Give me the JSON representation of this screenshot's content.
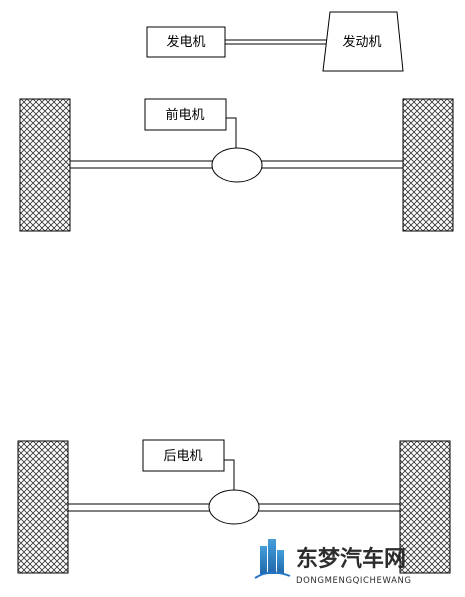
{
  "generator_label": "发电机",
  "engine_label": "发动机",
  "front_motor_label": "前电机",
  "rear_motor_label": "后电机",
  "watermark": {
    "name": "东梦汽车网",
    "domain": "DONGMENGQICHEWANG"
  },
  "colors": {
    "line": "#000000",
    "wheel_hatch": "#333333",
    "watermark_blue": "#1d6fc4",
    "watermark_text": "#222222"
  }
}
